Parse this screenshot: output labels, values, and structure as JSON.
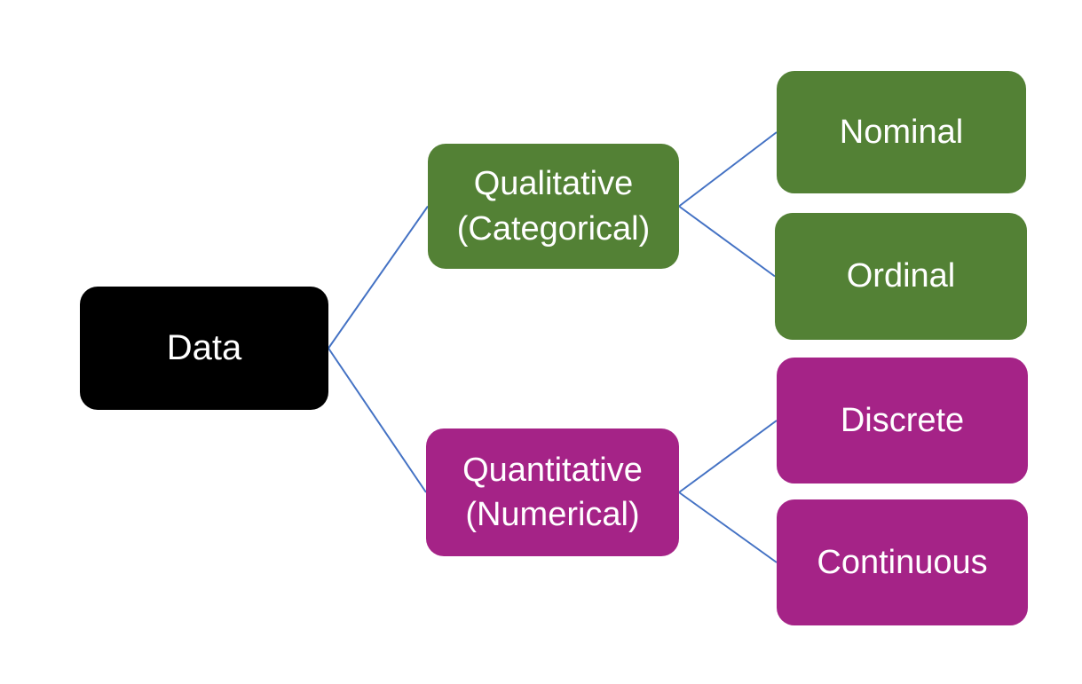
{
  "diagram": {
    "kind": "hierarchy-tree",
    "orientation": "left-to-right"
  },
  "colors": {
    "canvas_bg": "#FFFFFF",
    "node_text": "#FFFFFF",
    "connector": "#4472C4",
    "root_fill": "#000000",
    "qualitative_fill": "#538135",
    "quantitative_fill": "#A52387"
  },
  "nodes": {
    "root": {
      "label": "Data",
      "fill": "#000000"
    },
    "qualitative": {
      "label": "Qualitative\n(Categorical)",
      "fill": "#538135"
    },
    "quantitative": {
      "label": "Quantitative\n(Numerical)",
      "fill": "#A52387"
    },
    "nominal": {
      "label": "Nominal",
      "fill": "#538135"
    },
    "ordinal": {
      "label": "Ordinal",
      "fill": "#538135"
    },
    "discrete": {
      "label": "Discrete",
      "fill": "#A52387"
    },
    "continuous": {
      "label": "Continuous",
      "fill": "#A52387"
    }
  },
  "edges": [
    {
      "from": "root",
      "to": "qualitative"
    },
    {
      "from": "root",
      "to": "quantitative"
    },
    {
      "from": "qualitative",
      "to": "nominal"
    },
    {
      "from": "qualitative",
      "to": "ordinal"
    },
    {
      "from": "quantitative",
      "to": "discrete"
    },
    {
      "from": "quantitative",
      "to": "continuous"
    }
  ]
}
